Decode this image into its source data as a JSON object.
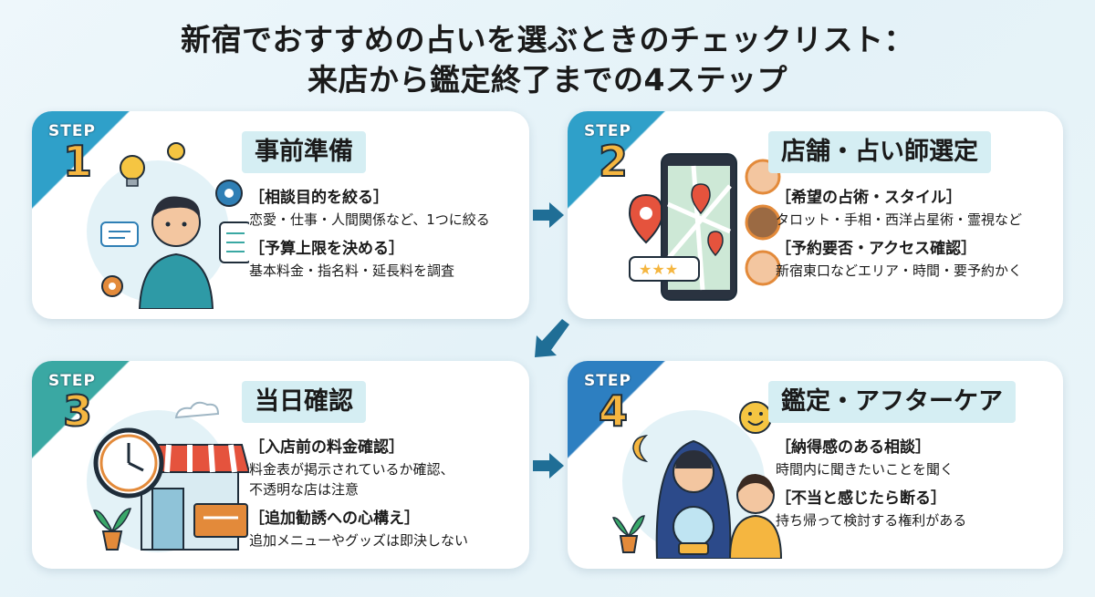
{
  "title_line1": "新宿でおすすめの占いを選ぶときのチェックリスト：",
  "title_line2": "来店から鑑定終了までの4ステップ",
  "steps": [
    {
      "tag": "STEP",
      "num": "1",
      "heading": "事前準備",
      "items": [
        {
          "label": "［相談目的を絞る］",
          "desc": "恋愛・仕事・人間関係など、1つに絞る"
        },
        {
          "label": "［予算上限を決める］",
          "desc": "基本料金・指名料・延長料を調査"
        }
      ]
    },
    {
      "tag": "STEP",
      "num": "2",
      "heading": "店舗・占い師選定",
      "items": [
        {
          "label": "［希望の占術・スタイル］",
          "desc": "タロット・手相・西洋占星術・霊視など"
        },
        {
          "label": "［予約要否・アクセス確認］",
          "desc": "新宿東口などエリア・時間・要予約かく"
        }
      ]
    },
    {
      "tag": "STEP",
      "num": "3",
      "heading": "当日確認",
      "items": [
        {
          "label": "［入店前の料金確認］",
          "desc": "料金表が掲示されているか確認、\n不透明な店は注意"
        },
        {
          "label": "［追加勧誘への心構え］",
          "desc": "追加メニューやグッズは即決しない"
        }
      ]
    },
    {
      "tag": "STEP",
      "num": "4",
      "heading": "鑑定・アフターケア",
      "items": [
        {
          "label": "［納得感のある相談］",
          "desc": "時間内に聞きたいことを聞く"
        },
        {
          "label": "［不当と感じたら断る］",
          "desc": "持ち帰って検討する権利がある"
        }
      ]
    }
  ],
  "colors": {
    "accent_teal": "#2fa0c9",
    "step_number": "#f5b640",
    "arrow": "#1f6e96",
    "heading_bg": "#d5eef3"
  },
  "icons": [
    "lightbulb-icon",
    "gear-icon",
    "checklist-icon",
    "smartphone-map-icon",
    "map-pin-icon",
    "star-rating-icon",
    "clock-icon",
    "shop-icon",
    "crystal-ball-icon",
    "smiley-icon",
    "moon-icon"
  ]
}
